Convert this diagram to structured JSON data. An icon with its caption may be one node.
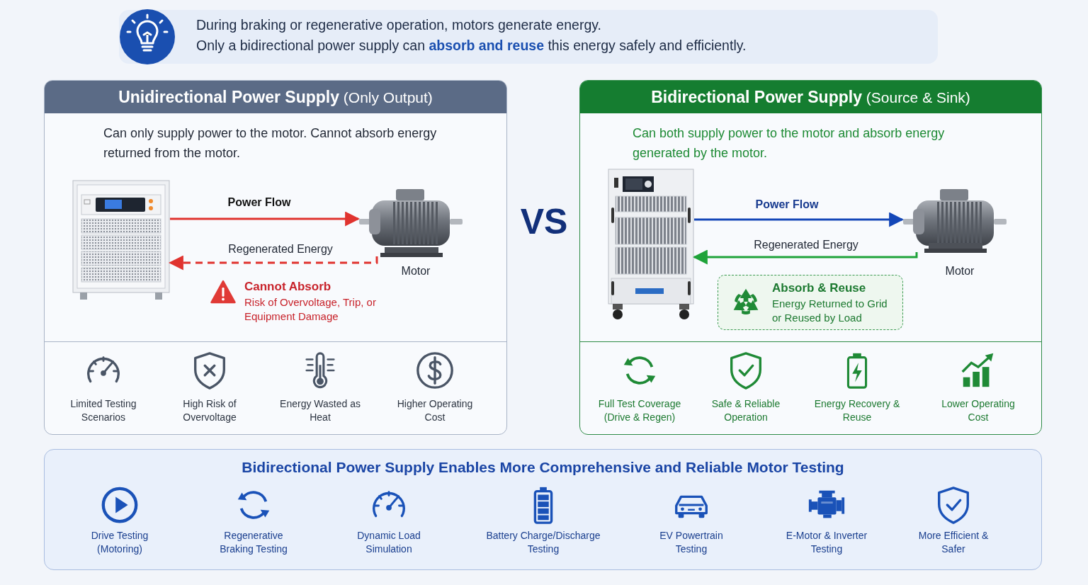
{
  "diagram": {
    "nodes": [
      {
        "text": [
          "During braking or regenerative operation, motors generate energy.",
          "Only a bidirectional power supply can **absorb and reuse** this energy safely and efficiently."
        ]
      },
      {
        "text": [
          "**Unidirectional Power Supply** (Only Output)",
          "Can only supply power to the motor. Cannot absorb energy returned from the motor."
        ]
      },
      {
        "text": [],
        "shape": "picture",
        "in": 1
      },
      {
        "text": [],
        "shape": "picture",
        "in": 1,
        "beside": [
          "Motor"
        ]
      },
      {
        "text": [
          "**Bidirectional Power Supply** (Source & Sink)",
          "Can both supply power to the motor and absorb energy generated by the motor."
        ]
      },
      {
        "text": [],
        "shape": "picture",
        "in": 4
      },
      {
        "text": [],
        "shape": "picture",
        "in": 4,
        "beside": [
          "Motor"
        ]
      },
      {
        "text": [
          "Absorb & Reuse",
          "Energy Returned to Grid or Reused by Load"
        ],
        "in": 4
      },
      {
        "text": [
          "Bidirectional Power Supply Enables More Comprehensive and Reliable Motor Testing"
        ]
      }
    ],
    "edges": [
      {
        "from": 2,
        "to": 3,
        "arrow": "to",
        "label": "Power Flow",
        "color": "#e0332f"
      },
      {
        "from": 3,
        "to": 2,
        "arrow": "to",
        "label": "Regenerated Energy",
        "style": "dashed",
        "color": "#e0332f"
      },
      {
        "from": 5,
        "to": 6,
        "arrow": "to",
        "label": "Power Flow",
        "color": "#1447b8"
      },
      {
        "from": 6,
        "to": 5,
        "arrow": "to",
        "label": "Regenerated Energy",
        "color": "#1fa33a"
      }
    ],
    "labels": [
      "Cannot Absorb",
      "Risk of Overvoltage, Trip, or Equipment Damage",
      "Limited Testing Scenarios",
      "High Risk of Overvoltage",
      "Energy Wasted as Heat",
      "Higher Operating Cost",
      "VS",
      "Full Test Coverage (Drive & Regen)",
      "Safe & Reliable Operation",
      "Energy Recovery & Reuse",
      "Lower Operating Cost",
      "Drive Testing (Motoring)",
      "Regenerative Braking Testing",
      "Dynamic Load Simulation",
      "Battery Charge/Discharge Testing",
      "EV Powertrain Testing",
      "E-Motor & Inverter Testing",
      "More Efficient & Safer"
    ]
  }
}
